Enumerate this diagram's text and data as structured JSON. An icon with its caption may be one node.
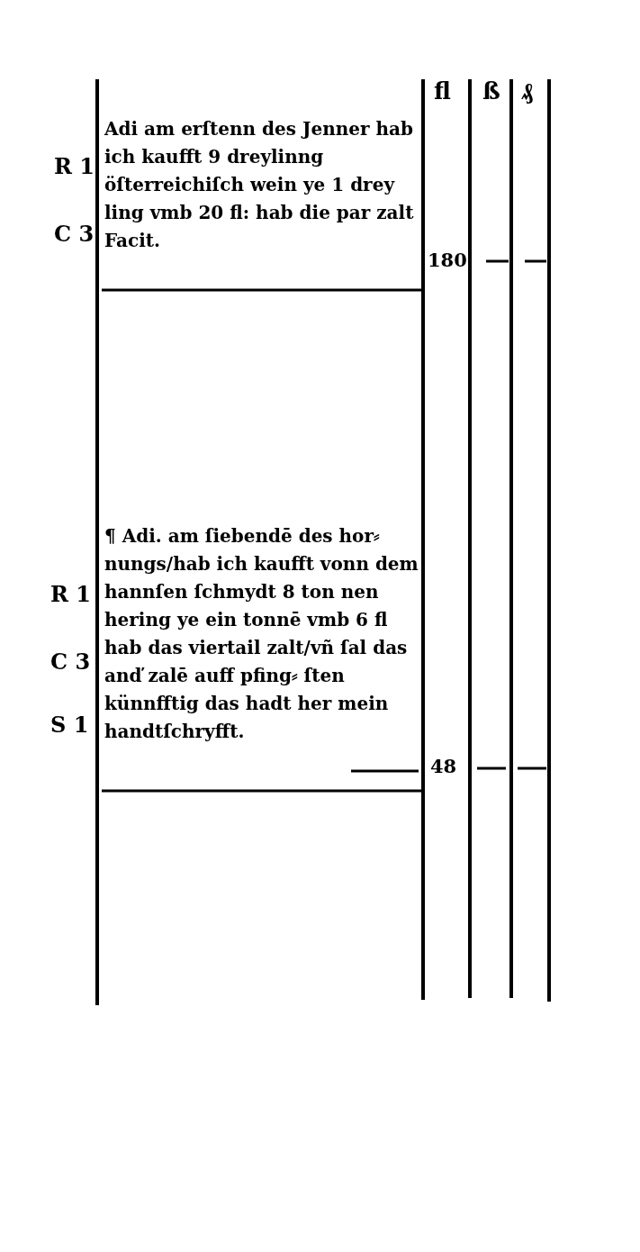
{
  "diagram": {
    "labels": [
      "fl",
      "ß",
      "₰",
      "Adi am erſtenn des Jenner hab ich kaufft 9 dreylinng öſterreichiſch wein ye 1 drey ling vmb 20 fl: hab die par zalt Facit.",
      "R 1",
      "C 3",
      "180",
      "¶ Adi. am ſiebendē des hor⸗ nungs/hab ich kaufft vonn dem hannſen ſchmydt 8 ton nen hering ye ein tonnē vmb 6 fl hab das viertail zalt/vñ ſal das anď zalē auff pfing⸗ ſten künnfftig das hadt her mein handtſchryfft.",
      "R 1",
      "C 3",
      "S 1",
      "48"
    ]
  }
}
